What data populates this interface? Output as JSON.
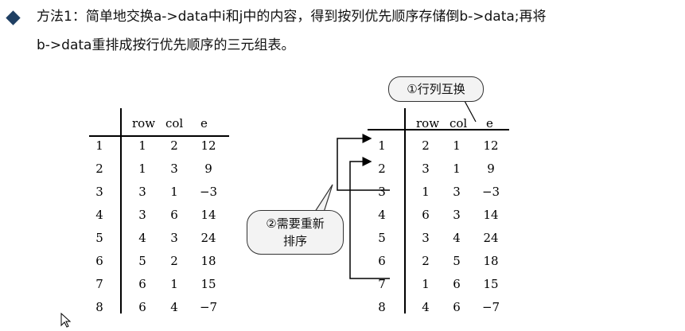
{
  "paragraph": {
    "line1": "方法1：简单地交换a->data中i和j中的内容，得到按列优先顺序存储倒b->data;再将",
    "line2": "b->data重排成按行优先顺序的三元组表。"
  },
  "tables": {
    "headers": [
      "row",
      "col",
      "e"
    ],
    "left": {
      "index": [
        "1",
        "2",
        "3",
        "4",
        "5",
        "6",
        "7",
        "8"
      ],
      "rows": [
        [
          "1",
          "2",
          "12"
        ],
        [
          "1",
          "3",
          "9"
        ],
        [
          "3",
          "1",
          "−3"
        ],
        [
          "3",
          "6",
          "14"
        ],
        [
          "4",
          "3",
          "24"
        ],
        [
          "5",
          "2",
          "18"
        ],
        [
          "6",
          "1",
          "15"
        ],
        [
          "6",
          "4",
          "−7"
        ]
      ]
    },
    "right": {
      "index": [
        "1",
        "2",
        "3",
        "4",
        "5",
        "6",
        "7",
        "8"
      ],
      "rows": [
        [
          "2",
          "1",
          "12"
        ],
        [
          "3",
          "1",
          "9"
        ],
        [
          "1",
          "3",
          "−3"
        ],
        [
          "6",
          "3",
          "14"
        ],
        [
          "3",
          "4",
          "24"
        ],
        [
          "2",
          "5",
          "18"
        ],
        [
          "1",
          "6",
          "15"
        ],
        [
          "4",
          "6",
          "−7"
        ]
      ]
    }
  },
  "callouts": {
    "swap": "①行列互换",
    "reorder_line1": "②需要重新",
    "reorder_line2": "排序"
  }
}
